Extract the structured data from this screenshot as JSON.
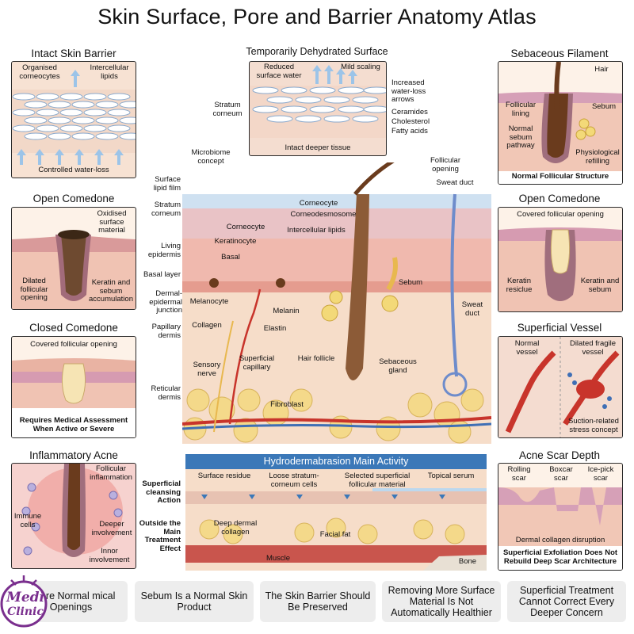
{
  "title": "Skin Surface, Pore and Barrier Anatomy Atlas",
  "panels": {
    "intact": {
      "title": "Intact Skin Barrier",
      "organised": "Organised corneocytes",
      "intercellular": "Intercellular lipids",
      "controlled": "Controlled water-loss"
    },
    "dehydrated": {
      "title": "Temporarily Dehydrated Surface",
      "reduced": "Reduced surface water",
      "mild": "Mild scaling",
      "increased": "Increased water-loss arrows",
      "ceramides": "Ceramides",
      "cholesterol": "Cholesterol",
      "fatty": "Fatty acids",
      "stratum": "Stratum corneum",
      "intact_tissue": "Intact deeper tissue"
    },
    "filament": {
      "title": "Sebaceous Filament",
      "hair": "Hair",
      "follicular_lining": "Follicular lining",
      "sebum": "Sebum",
      "normal_pathway": "Normal sebum pathway",
      "physiological": "Physiological refilling",
      "caption": "Normal Follicular Structure"
    },
    "open_left": {
      "title": "Open Comedone",
      "oxidised": "Oxidised surface material",
      "dilated": "Dilated follicular opening",
      "keratin": "Keratin and sebum accumulation"
    },
    "closed": {
      "title": "Closed Comedone",
      "covered": "Covered follicular opening",
      "caption": "Requires Medical Assessment When Active or Severe"
    },
    "inflam": {
      "title": "Inflammatory Acne",
      "follicular": "Follicular inflammation",
      "immune": "Immune cells",
      "deeper": "Deeper involvement",
      "inner": "Innor involvement"
    },
    "open_right": {
      "title": "Open Comedone",
      "covered": "Covered follicular opening",
      "keratin_residue": "Keratin resiclue",
      "keratin_sebum": "Keratin and sebum"
    },
    "vessel": {
      "title": "Superficial Vessel",
      "normal": "Normal vessel",
      "dilated": "Dilated fragile vessel",
      "suction": "Suction-related stress concept"
    },
    "scar": {
      "title": "Acne Scar Depth",
      "rolling": "Rolling scar",
      "boxcar": "Boxcar scar",
      "icepick": "Ice-pick scar",
      "dermal": "Dermal collagen disruption",
      "caption": "Superficial Exfoliation Does Not Rebuild Deep Scar Architecture"
    }
  },
  "center": {
    "microbiome": "Microbiome concept",
    "surface_lipid": "Surface lipid film",
    "stratum_corneum": "Stratum corneum",
    "living_epidermis": "Living epidermis",
    "basal_layer": "Basal layer",
    "dej": "Dermal-epidermal junction",
    "papillary": "Papillary dermis",
    "reticular": "Reticular dermis",
    "corneocyte1": "Corneocyte",
    "corneodesmosome": "Corneodesmosome",
    "corneocyte2": "Corneocyte",
    "intercellular": "Intercellular lipids",
    "keratinocyte": "Keratinocyte",
    "basal": "Basal",
    "melanocyte": "Melanocyte",
    "melanin": "Melanin",
    "collagen": "Collagen",
    "elastin": "Elastin",
    "sensory": "Sensory nerve",
    "capillary": "Superficial capillary",
    "hair_follicle": "Hair follicle",
    "fibroblast": "Fibroblast",
    "follicular_opening": "Follicular opening",
    "sweat_duct_top": "Sweat duct",
    "sebum": "Sebum",
    "sweat_duct": "Sweat duct",
    "sebaceous": "Sebaceous gland"
  },
  "hydro": {
    "banner": "Hydrodermabrasion Main Activity",
    "superficial_action": "Superficial cleansing Action",
    "outside": "Outside the Main Treatment Effect",
    "surface_residue": "Surface residue",
    "loose": "Loose stratum-corneum cells",
    "selected": "Selected superficial follicular material",
    "topical": "Topical serum",
    "deep_collagen": "Deep dermal collagen",
    "facial_fat": "Facial fat",
    "muscle": "Muscle",
    "bone": "Bone"
  },
  "footer": [
    "es Are Normal mical Openings",
    "Sebum Is a Normal Skin Product",
    "The Skin Barrier Should Be Preserved",
    "Removing More Surface Material Is Not Automatically Healthier",
    "Superficial Treatment Cannot Correct Every Deeper Concern"
  ],
  "logo": {
    "line1": "Medi",
    "line2": "Clinic"
  },
  "colors": {
    "skin": "#f3c9b4",
    "dermis": "#f6ddc9",
    "fat": "#f4d98a",
    "vessel_red": "#c8342b",
    "vessel_blue": "#3f6fb5",
    "hair": "#6a3b1d",
    "banner": "#3b78b8",
    "muscle": "#c9554d"
  }
}
